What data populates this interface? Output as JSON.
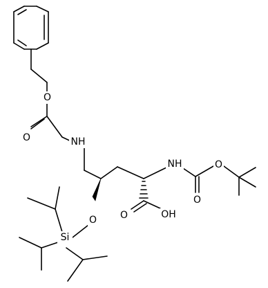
{
  "atom_labels": {
    "o_cbz_ether": "O",
    "o_cbz_carbonyl": "O",
    "nh_cbz": "NH",
    "nh_boc": "NH",
    "o_boc_ether": "O",
    "o_boc_carbonyl": "O",
    "o_acid_carbonyl": "O",
    "oh_acid": "OH",
    "o_silyl_ether": "O",
    "si": "Si"
  }
}
